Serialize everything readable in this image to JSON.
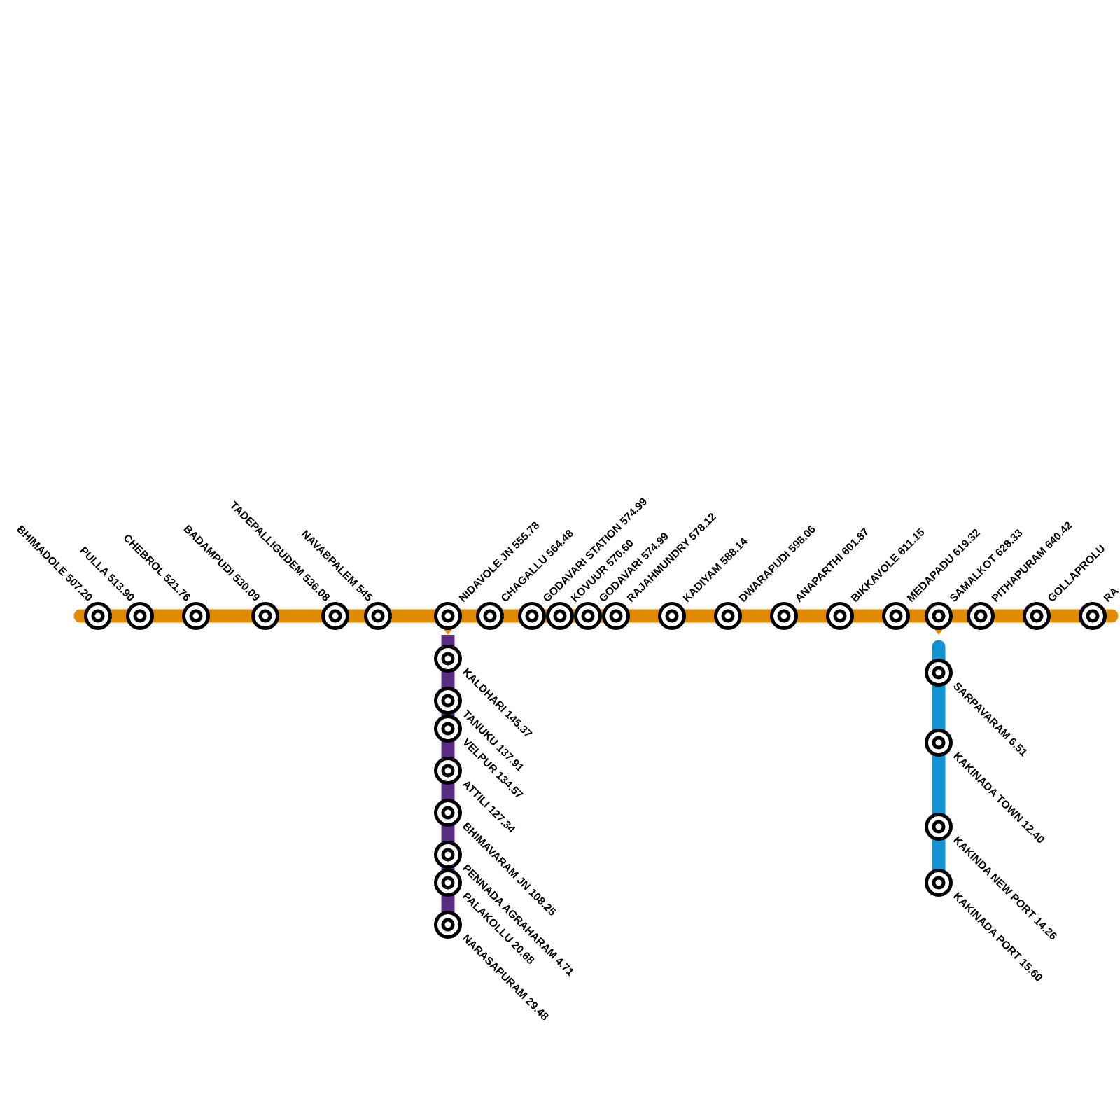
{
  "colors": {
    "main_line": "#E08A00",
    "narasapuram_branch": "#5B2C83",
    "kakinada_branch": "#1192D1",
    "station_ring": "#000000",
    "station_fill": "#FFFFFF",
    "background": "#FFFFFF"
  },
  "station_icon": "concentric-ring-station-icon",
  "main_line": {
    "stations": [
      {
        "name": "BHIMADOLE",
        "km": "507.20",
        "label": "BHIMADOLE 507.20"
      },
      {
        "name": "PULLA",
        "km": "513.90",
        "label": "PULLA 513.90"
      },
      {
        "name": "CHEBROL",
        "km": "521.76",
        "label": "CHEBROL 521.76"
      },
      {
        "name": "BADAMPUDI",
        "km": "530.09",
        "label": "BADAMPUDI 530.09"
      },
      {
        "name": "TADEPALLIGUDEM",
        "km": "536.08",
        "label": "TADEPALLIGUDEM 536.08"
      },
      {
        "name": "NAVABPALEM",
        "km": "545",
        "label": "NAVABPALEM 545"
      },
      {
        "name": "NIDAVOLE JN",
        "km": "555.78",
        "label": "NIDAVOLE JN 555.78"
      },
      {
        "name": "CHAGALLU",
        "km": "564.48",
        "label": "CHAGALLU 564.48"
      },
      {
        "name": "GODAVARI STATION",
        "km": "574.99",
        "label": "GODAVARI STATION 574.99"
      },
      {
        "name": "KOVUUR",
        "km": "570.60",
        "label": "KOVUUR 570.60"
      },
      {
        "name": "GODAVARI",
        "km": "574.99",
        "label": "GODAVARI 574.99"
      },
      {
        "name": "RAJAHMUNDRY",
        "km": "578.12",
        "label": "RAJAHMUNDRY 578.12"
      },
      {
        "name": "KADIYAM",
        "km": "588.14",
        "label": "KADIYAM 588.14"
      },
      {
        "name": "DWARAPUDI",
        "km": "598.06",
        "label": "DWARAPUDI 598.06"
      },
      {
        "name": "ANAPARTHI",
        "km": "601.87",
        "label": "ANAPARTHI 601.87"
      },
      {
        "name": "BIKKAVOLE",
        "km": "611.15",
        "label": "BIKKAVOLE 611.15"
      },
      {
        "name": "MEDAPADU",
        "km": "619.32",
        "label": "MEDAPADU 619.32"
      },
      {
        "name": "SAMALKOT",
        "km": "628.33",
        "label": "SAMALKOT 628.33"
      },
      {
        "name": "PITHAPURAM",
        "km": "640.42",
        "label": "PITHAPURAM 640.42"
      },
      {
        "name": "GOLLAPROLU",
        "km": "",
        "label": "GOLLAPROLU"
      },
      {
        "name": "RA",
        "km": "",
        "label": "RA"
      }
    ]
  },
  "narasapuram_branch": {
    "stations": [
      {
        "name": "KALDHARI",
        "km": "145.37",
        "label": "KALDHARI 145.37"
      },
      {
        "name": "TANUKU",
        "km": "137.91",
        "label": "TANUKU 137.91"
      },
      {
        "name": "VELPUR",
        "km": "134.57",
        "label": "VELPUR 134.57"
      },
      {
        "name": "ATTILI",
        "km": "127.34",
        "label": "ATTILI 127.34"
      },
      {
        "name": "BHIMAVARAM JN",
        "km": "108.25",
        "label": "BHIMAVARAM JN 108.25"
      },
      {
        "name": "PENNADA AGRAHARAM",
        "km": "4.71",
        "label": "PENNADA AGRAHARAM 4.71"
      },
      {
        "name": "PALAKOLLU",
        "km": "20.68",
        "label": "PALAKOLLU 20.68"
      },
      {
        "name": "NARASAPURAM",
        "km": "29.48",
        "label": "NARASAPURAM 29.48"
      }
    ]
  },
  "kakinada_branch": {
    "stations": [
      {
        "name": "SARPAVARAM",
        "km": "6.51",
        "label": "SARPAVARAM 6.51"
      },
      {
        "name": "KAKINADA TOWN",
        "km": "12.40",
        "label": "KAKINADA TOWN 12.40"
      },
      {
        "name": "KAKINDA NEW PORT",
        "km": "14.26",
        "label": "KAKINDA NEW PORT 14.26"
      },
      {
        "name": "KAKINADA PORT",
        "km": "15.60",
        "label": "KAKINADA PORT 15.60"
      }
    ]
  }
}
